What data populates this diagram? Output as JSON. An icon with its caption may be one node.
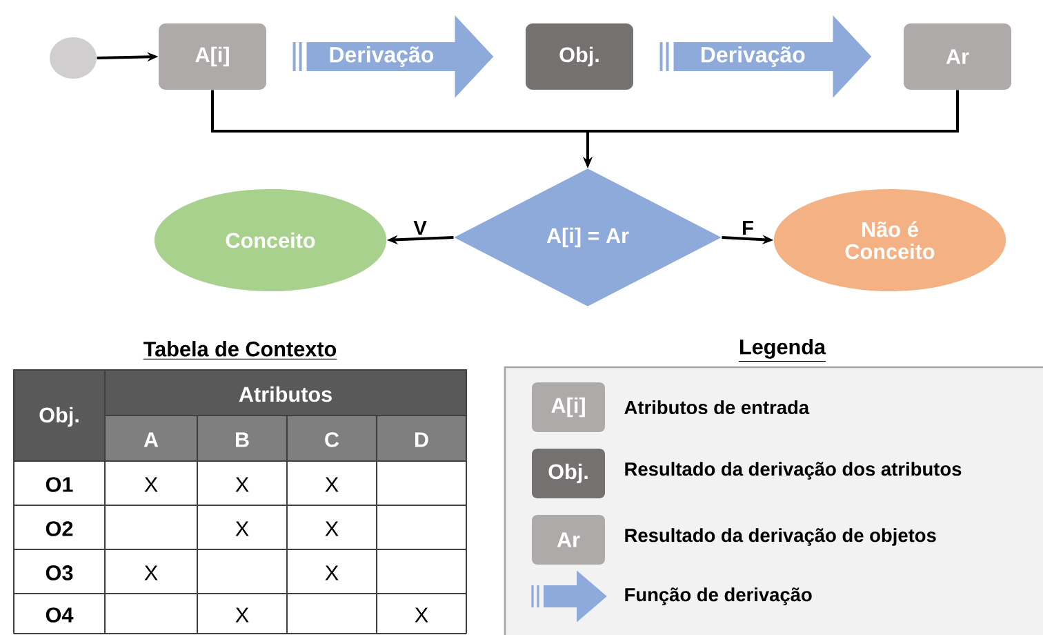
{
  "diagram": {
    "nodes": [
      {
        "text": [],
        "shape": "circle"
      },
      {
        "text": [
          "A[i]"
        ]
      },
      {
        "text": [
          "Obj."
        ]
      },
      {
        "text": [
          "Ar"
        ]
      },
      {
        "text": [
          "A[i] = Ar"
        ]
      },
      {
        "text": [
          "Conceito"
        ]
      },
      {
        "text": [
          "Não é Conceito"
        ]
      }
    ],
    "edges": [
      {
        "from": 0,
        "to": 1,
        "arrow": "to"
      },
      {
        "from": 1,
        "to": 2,
        "arrow": "to",
        "label": "Derivação",
        "style": "thick",
        "color": "#8eaadb"
      },
      {
        "from": 2,
        "to": 3,
        "arrow": "to",
        "label": "Derivação",
        "style": "thick",
        "color": "#8eaadb"
      },
      {
        "from": 1,
        "to": 4,
        "arrow": "to"
      },
      {
        "from": 3,
        "to": 4,
        "arrow": "to"
      },
      {
        "from": 4,
        "to": 5,
        "arrow": "to",
        "label": "V"
      },
      {
        "from": 4,
        "to": 6,
        "arrow": "to",
        "label": "F"
      }
    ],
    "labels": [
      "Tabela de Contexto",
      "Legenda",
      "Obj.",
      "Atributos",
      "A",
      "B",
      "C",
      "D",
      "O1",
      "X",
      "X",
      "X",
      "O2",
      "X",
      "X",
      "O3",
      "X",
      "X",
      "O4",
      "X",
      "X",
      "A[i]",
      "Obj.",
      "Ar"
    ],
    "legend": [
      {
        "text": "Atributos de entrada"
      },
      {
        "text": "Resultado da derivação dos atributos"
      },
      {
        "text": "Resultado da derivação de objetos"
      },
      {
        "text": "Função de derivação"
      }
    ]
  }
}
